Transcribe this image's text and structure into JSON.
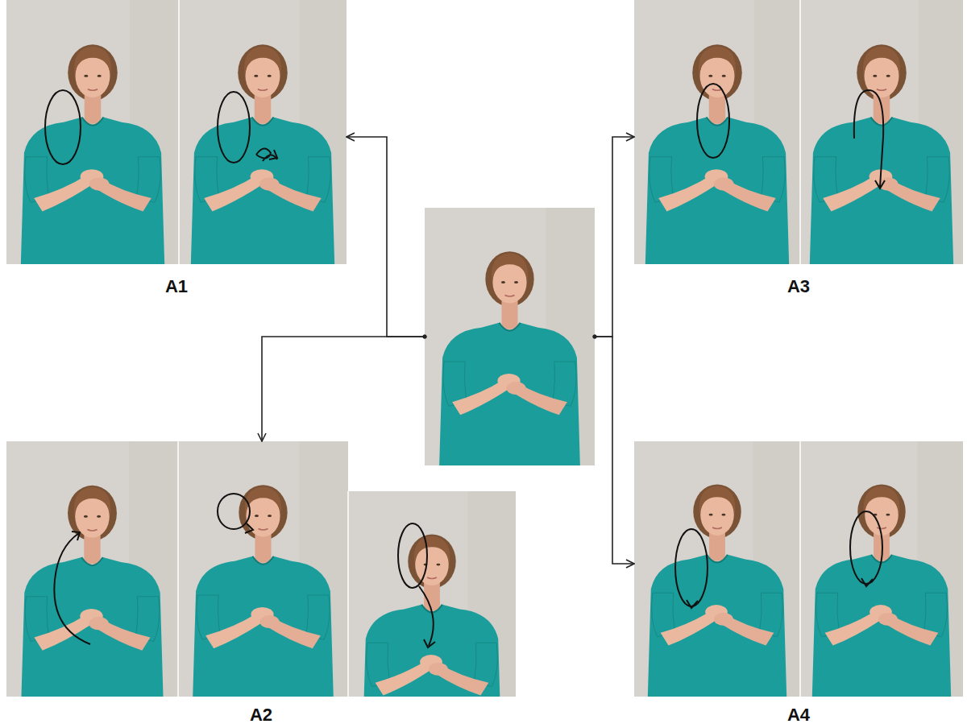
{
  "diagram": {
    "nodes": [
      {
        "text": [
          "A1"
        ]
      },
      {
        "text": [
          "A3"
        ]
      },
      {
        "text": []
      },
      {
        "text": [
          "A2"
        ]
      },
      {
        "text": [
          "A4"
        ]
      }
    ],
    "edges": [
      {
        "from": 2,
        "to": 0,
        "arrow": "to"
      },
      {
        "from": 2,
        "to": 3,
        "arrow": "to"
      },
      {
        "from": 2,
        "to": 1,
        "arrow": "to"
      },
      {
        "from": 2,
        "to": 4,
        "arrow": "to"
      }
    ]
  }
}
